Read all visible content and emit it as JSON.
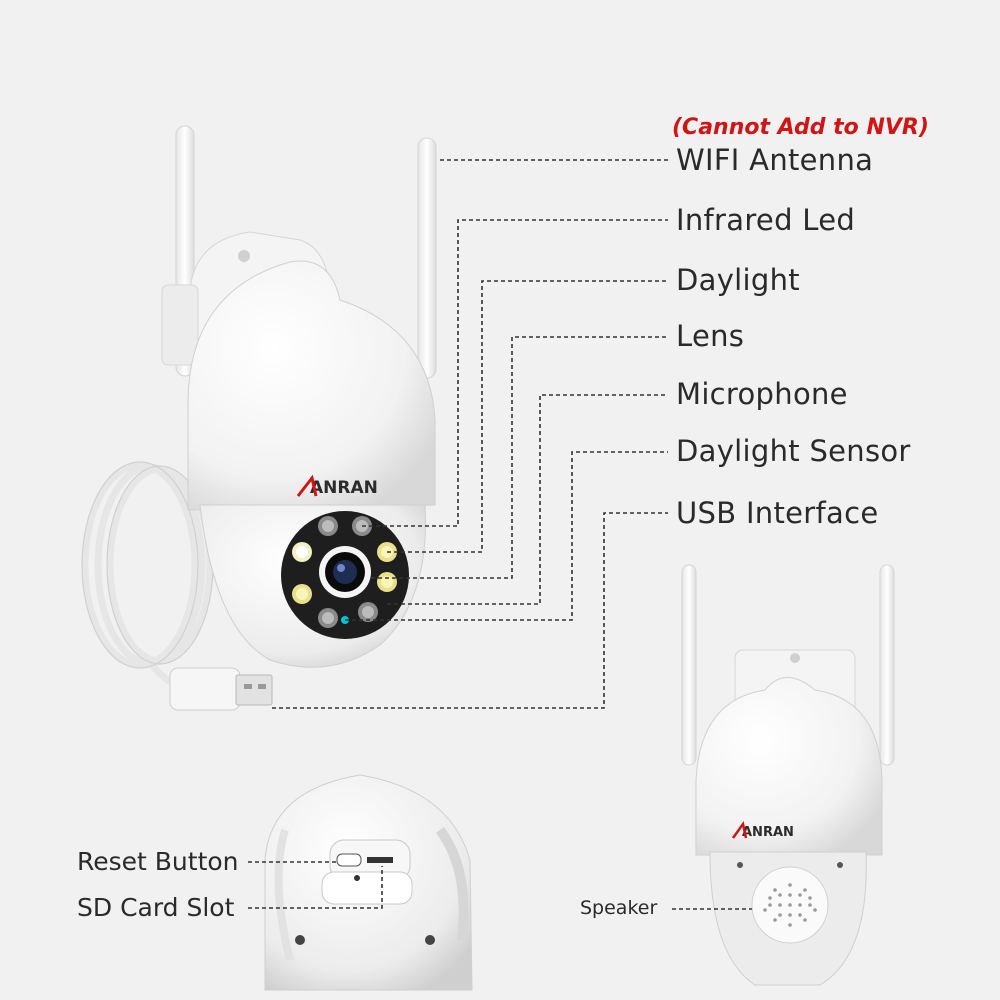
{
  "note": "(Cannot Add to NVR)",
  "labels": {
    "wifi_antenna": "WIFI Antenna",
    "infrared_led": "Infrared Led",
    "daylight": "Daylight",
    "lens": "Lens",
    "microphone": "Microphone",
    "daylight_sensor": "Daylight Sensor",
    "usb_interface": "USB Interface",
    "reset_button": "Reset Button",
    "sd_card_slot": "SD Card Slot",
    "speaker": "Speaker"
  },
  "brand": "ANRAN",
  "colors": {
    "background": "#f1f1f1",
    "note": "#d21414",
    "text": "#2a2a2a",
    "camera_white": "#ffffff",
    "leader_line": "#333333"
  }
}
